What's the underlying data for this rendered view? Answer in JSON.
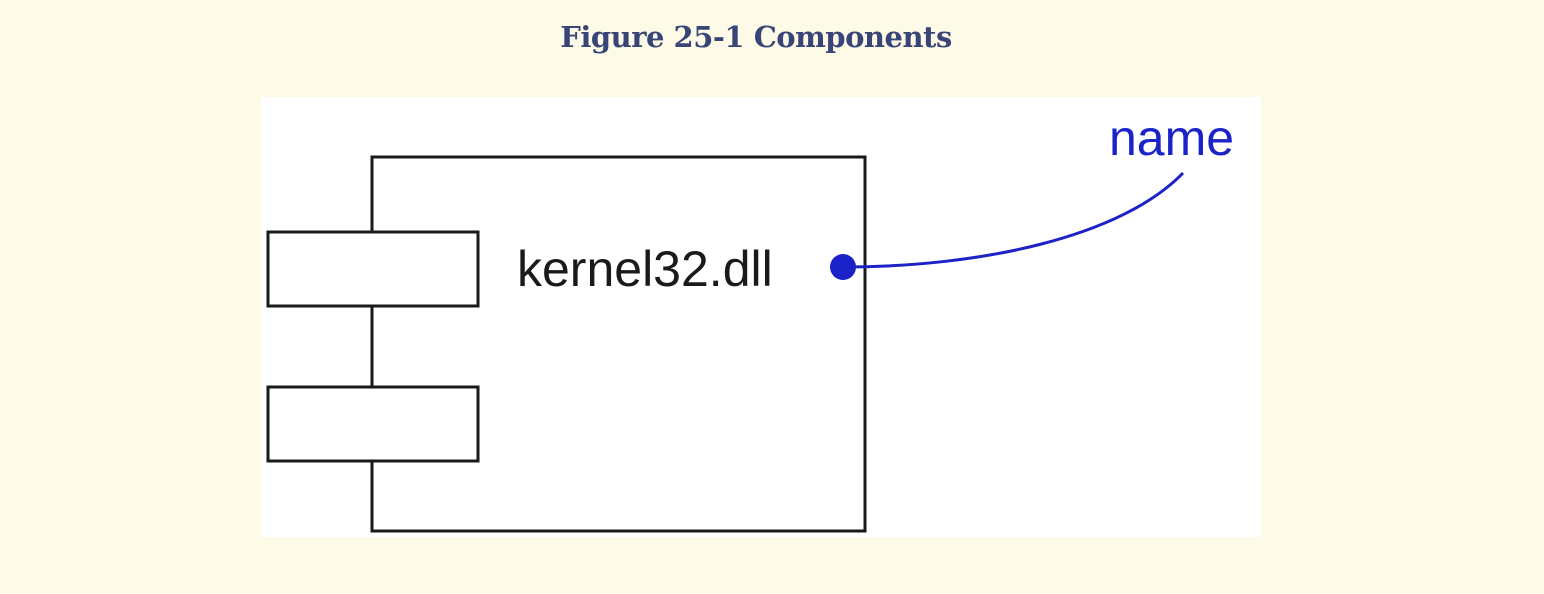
{
  "caption": {
    "text": "Figure 25-1 Components",
    "color": "#3a4577"
  },
  "diagram": {
    "component_name": "kernel32.dll",
    "annotation_label": "name",
    "annotation_color": "#1a22c8",
    "line_color": "#1a1a1a",
    "background": "#ffffff"
  }
}
